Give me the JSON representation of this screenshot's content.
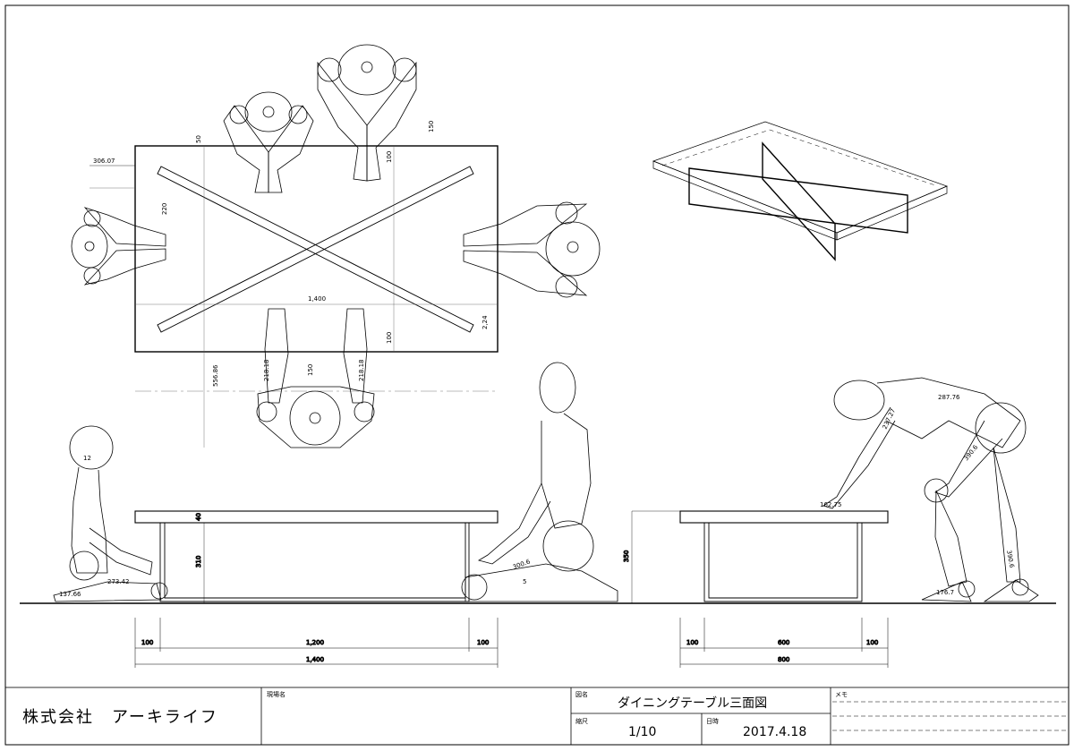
{
  "drawing": {
    "dimensions": {
      "plan_width": "1,400",
      "plan_depth": "2,24",
      "plan_left_offset": "306.07",
      "plan_top_gap": "50",
      "plan_top_reach": "150",
      "plan_left_reach": "220",
      "plan_top_inner": "100",
      "plan_bottom_inner": "100",
      "plan_bottom_reach": "150",
      "plan_bottom_total": "556.86",
      "top_thickness": "40",
      "leg_height": "310",
      "side_height": "350",
      "front_leg_left": "100",
      "front_span": "1,200",
      "front_leg_right": "100",
      "front_total": "1,400",
      "side_leg_left": "100",
      "side_span": "600",
      "side_leg_right": "100",
      "side_total": "800"
    },
    "figure_labels": {
      "forearm_a": "218.18",
      "forearm_b": "218.18",
      "upper_arm": "300.6",
      "thigh": "390.6",
      "shin": "390.6",
      "foot": "176.7",
      "head": "12",
      "reach": "287.76",
      "torso": "237.27",
      "hand": "162.75",
      "seat": "137.66",
      "knee": "273.42",
      "hip": "5"
    }
  },
  "title_block": {
    "company": "株式会社　アーキライフ",
    "site_label": "現場名",
    "site_value": "",
    "drawing_name_label": "図名",
    "drawing_name": "ダイニングテーブル三面図",
    "scale_label": "縮尺",
    "scale": "1/10",
    "date_label": "日時",
    "date": "2017.4.18",
    "memo_label": "メモ"
  }
}
